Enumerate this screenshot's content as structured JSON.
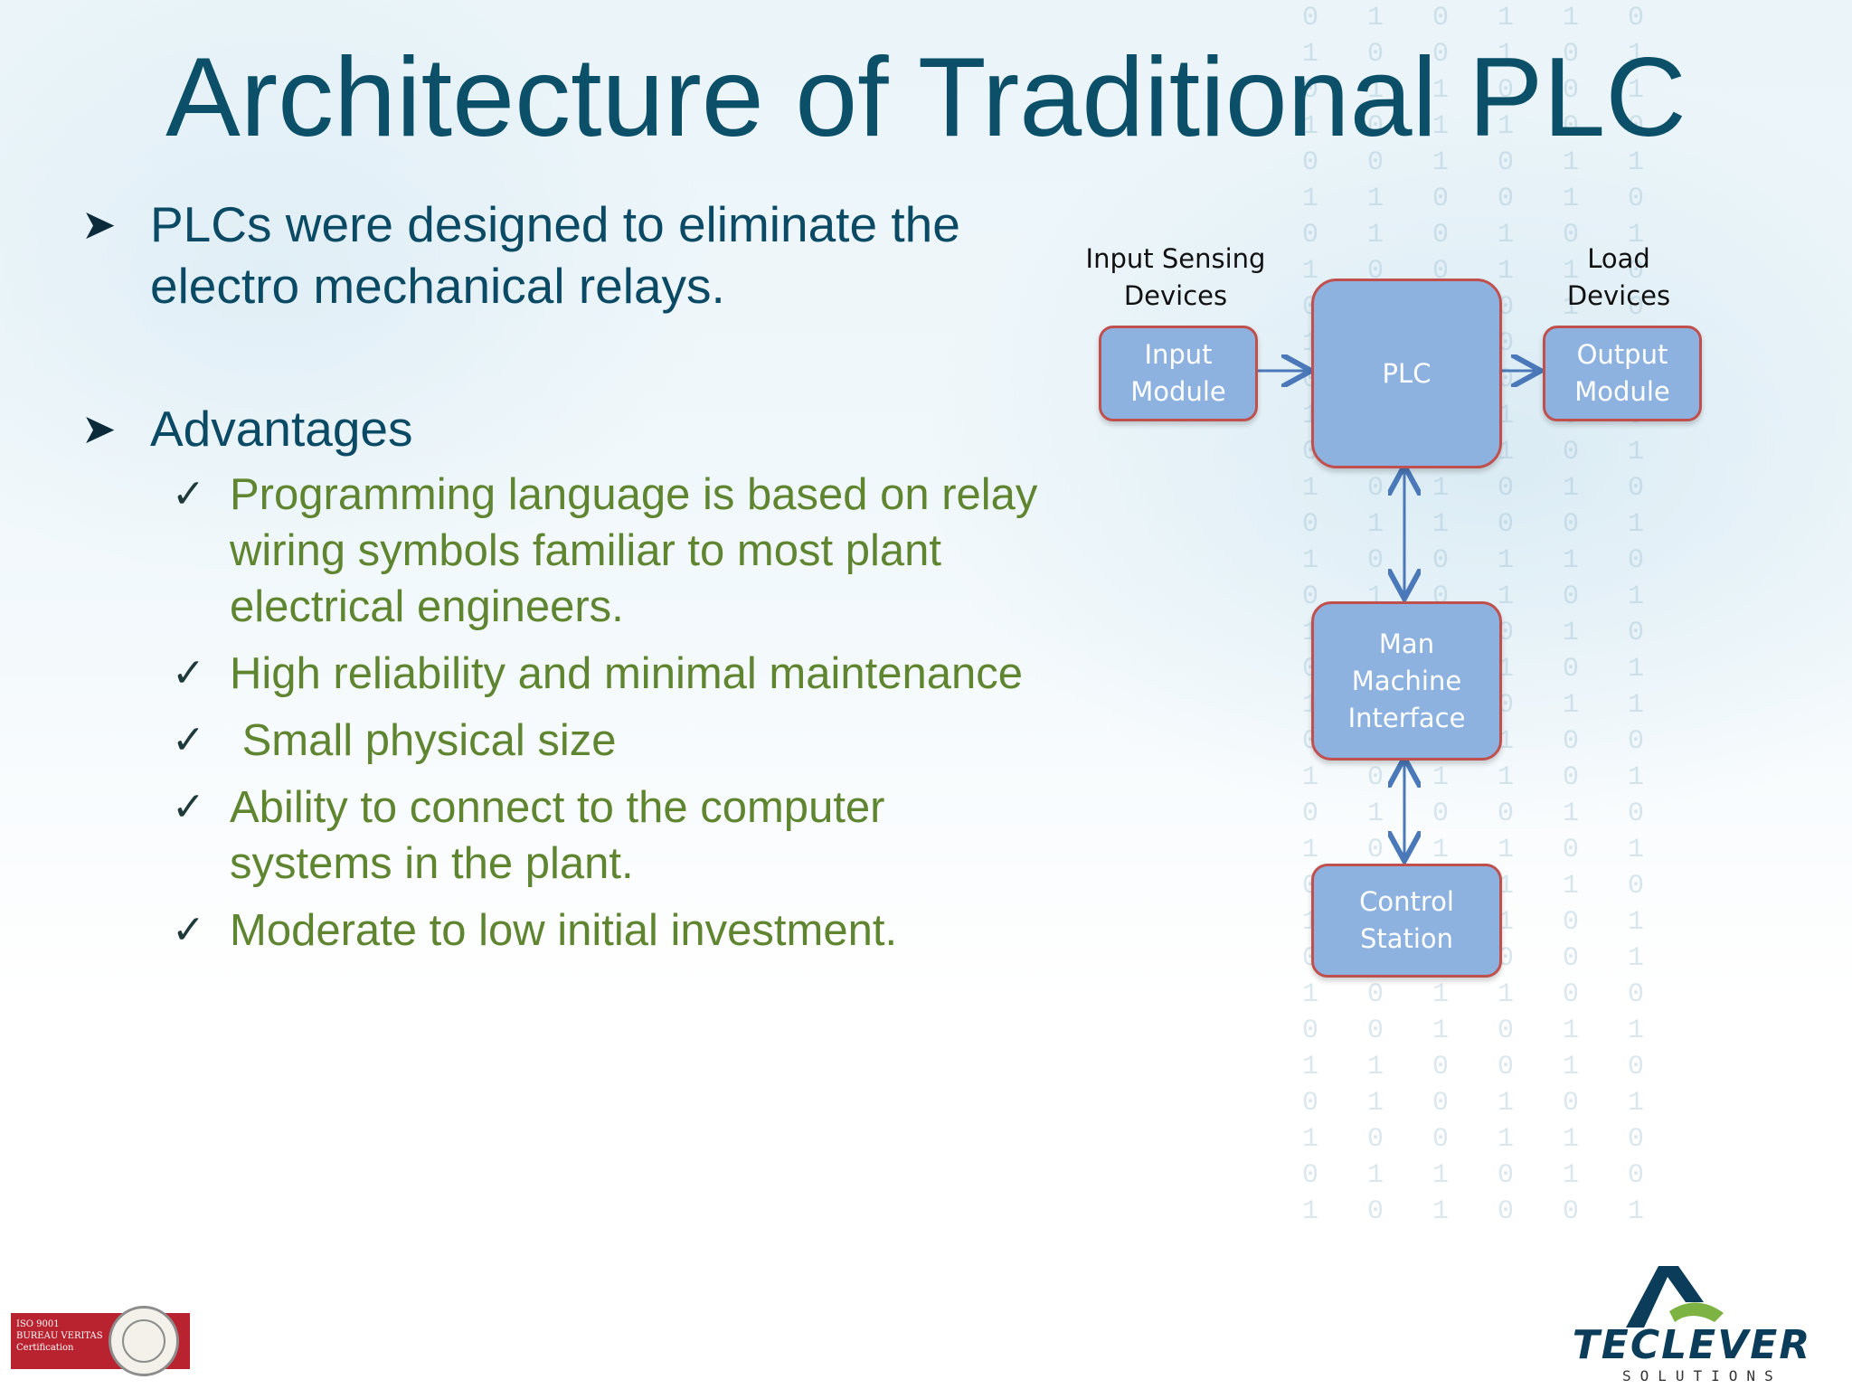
{
  "slide": {
    "title": "Architecture of Traditional PLC",
    "bullets": [
      {
        "text": "PLCs were designed to eliminate the electro mechanical relays."
      },
      {
        "text": "Advantages"
      }
    ],
    "advantages": [
      "Programming language is based on relay wiring symbols familiar to most plant electrical engineers.",
      "High reliability and minimal maintenance",
      " Small physical size",
      "Ability to connect to the computer systems in the plant.",
      "Moderate to low initial investment."
    ]
  },
  "diagram": {
    "label_input_line1": "Input Sensing",
    "label_input_line2": "Devices",
    "label_load_line1": "Load",
    "label_load_line2": "Devices",
    "box_input_line1": "Input",
    "box_input_line2": "Module",
    "box_plc": "PLC",
    "box_output_line1": "Output",
    "box_output_line2": "Module",
    "box_mmi_line1": "Man",
    "box_mmi_line2": "Machine",
    "box_mmi_line3": "Interface",
    "box_control_line1": "Control",
    "box_control_line2": "Station",
    "colors": {
      "box_fill": "#8db2e0",
      "box_border": "#c0504d",
      "arrow": "#4a78b8"
    }
  },
  "footer": {
    "iso_line1": "ISO 9001",
    "iso_line2": "BUREAU VERITAS",
    "iso_line3": "Certification",
    "brand_name": "TECLEVER",
    "brand_sub": "SOLUTIONS",
    "brand_color": "#0b3c5a"
  }
}
